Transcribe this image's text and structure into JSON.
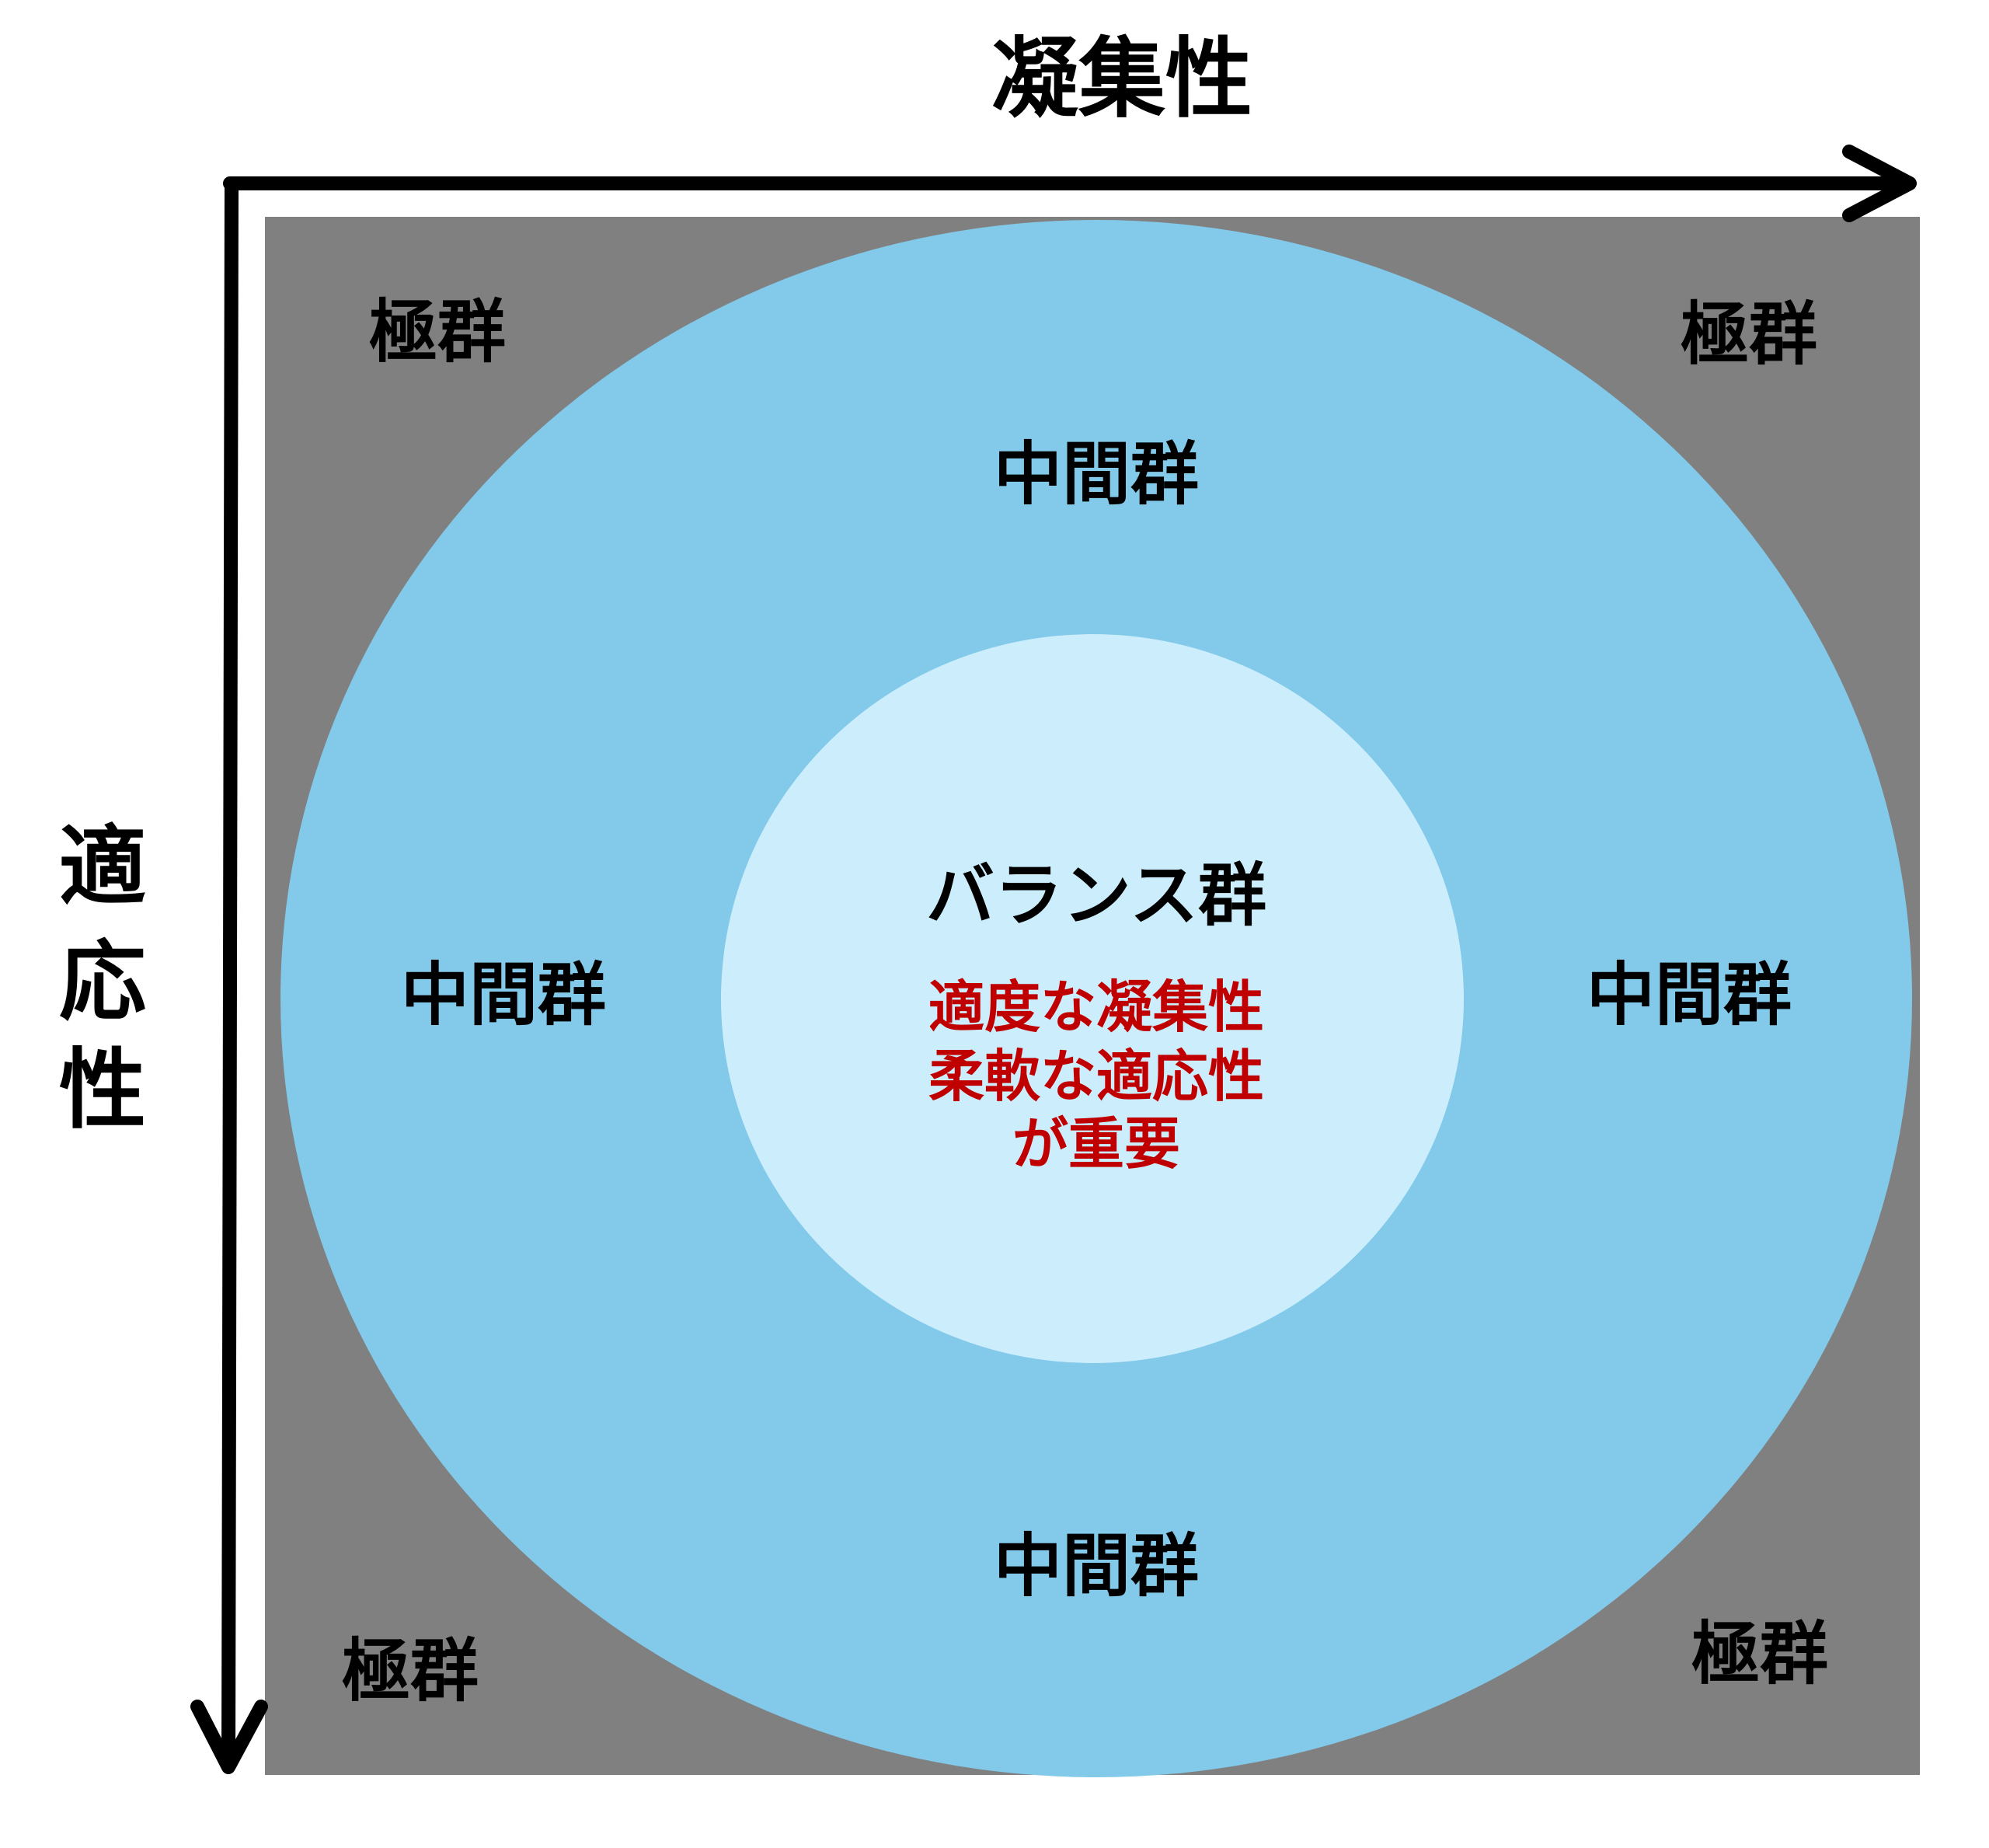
{
  "axes": {
    "x_label": "凝集性",
    "y_label_chars": [
      "適",
      "応",
      "性"
    ]
  },
  "regions": {
    "extreme": {
      "label": "極群",
      "color": "#808080"
    },
    "middle": {
      "label": "中間群",
      "color": "#82c9ea"
    },
    "balance": {
      "label": "バランス群",
      "color": "#cceefc"
    }
  },
  "corner_labels": [
    "極群",
    "極群",
    "極群",
    "極群"
  ],
  "middle_labels": [
    "中間群",
    "中間群",
    "中間群",
    "中間群"
  ],
  "balance_note": {
    "lines": [
      "適度な凝集性",
      "柔軟な適応性",
      "が重要"
    ],
    "color": "#c00000"
  }
}
